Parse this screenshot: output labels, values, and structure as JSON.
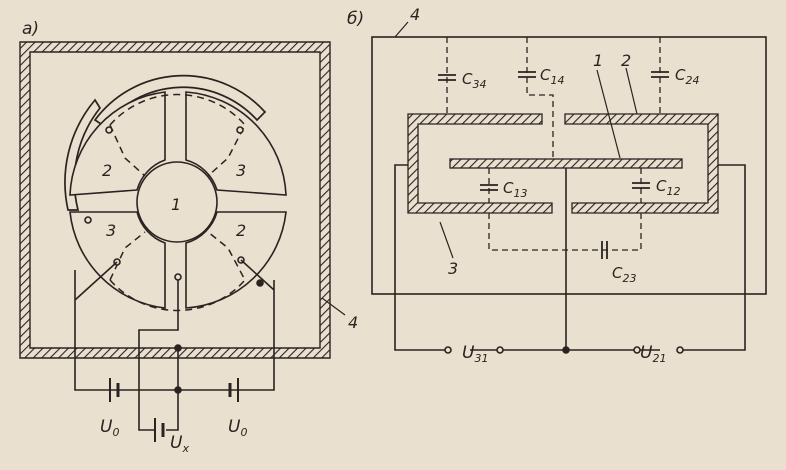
{
  "panels": {
    "a": "а)",
    "b": "б)"
  },
  "left": {
    "electrode_1": "1",
    "electrode_2_top": "2",
    "electrode_3_top": "3",
    "electrode_3_bottom": "3",
    "electrode_2_bottom": "2",
    "shield_4": "4",
    "source_left": {
      "main": "U",
      "sub": "0"
    },
    "source_right": {
      "main": "U",
      "sub": "0"
    },
    "source_x": {
      "main": "U",
      "sub": "x"
    }
  },
  "right": {
    "shield_4": "4",
    "label_1": "1",
    "label_2": "2",
    "label_3": "3",
    "c34": {
      "main": "C",
      "sub": "34"
    },
    "c14": {
      "main": "C",
      "sub": "14"
    },
    "c24": {
      "main": "C",
      "sub": "24"
    },
    "c13": {
      "main": "C",
      "sub": "13"
    },
    "c12": {
      "main": "C",
      "sub": "12"
    },
    "c23": {
      "main": "C",
      "sub": "23"
    },
    "u31": {
      "main": "U",
      "sub": "31"
    },
    "u21": {
      "main": "U",
      "sub": "21"
    }
  },
  "colors": {
    "ink": "#2b2320",
    "paper": "#e9e0cf"
  }
}
